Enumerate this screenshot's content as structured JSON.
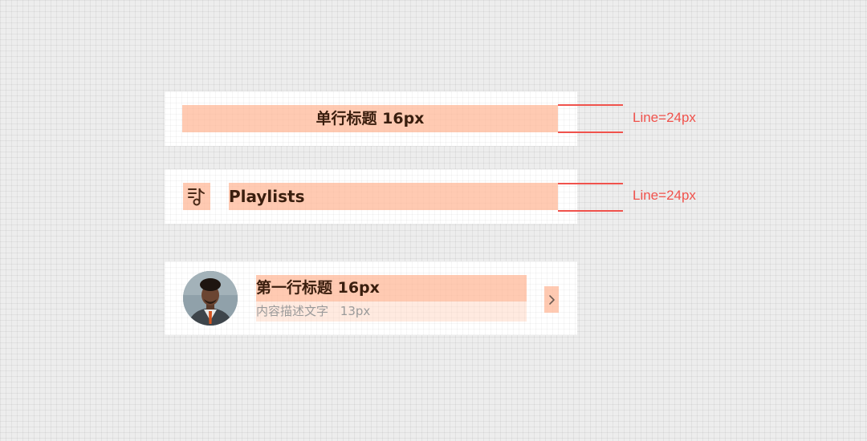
{
  "colors": {
    "highlight": "#ffb592",
    "annotation": "#f0524c",
    "title_text": "#3a1e0e",
    "desc_text": "#9a9a9a"
  },
  "row1": {
    "title": "单行标题 16px",
    "annotation": "Line=24px"
  },
  "row2": {
    "icon": "music-playlist-icon",
    "title": "Playlists",
    "annotation": "Line=24px"
  },
  "row3": {
    "avatar": "user-avatar-photo",
    "title": "第一行标题 16px",
    "description": "内容描述文字",
    "description_size": "13px",
    "chevron": "chevron-right-icon"
  }
}
